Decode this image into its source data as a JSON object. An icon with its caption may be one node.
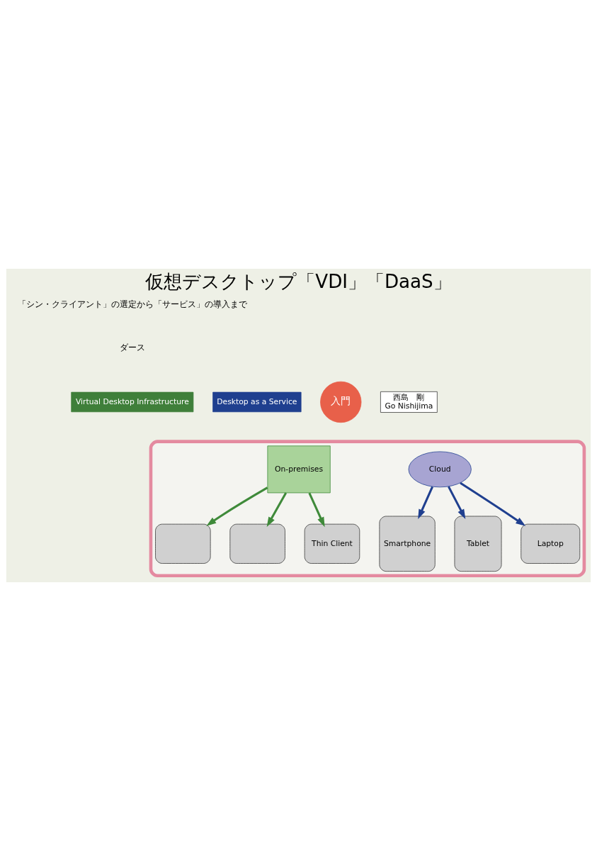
{
  "diagram": {
    "title": "仮想デスクトップ「VDI」「DaaS」",
    "nodes": [
      {
        "text": [
          "Virtual Desktop Infrastructure"
        ]
      },
      {
        "text": [
          "Desktop as a Service"
        ]
      },
      {
        "text": [
          "入門"
        ]
      },
      {
        "text": [
          "西島　剛",
          "Go Nishijima"
        ]
      },
      {
        "text": [],
        "shape": "box"
      },
      {
        "text": [
          "On-premises"
        ],
        "in": 4
      },
      {
        "text": [],
        "shape": "box",
        "in": 4
      },
      {
        "text": [],
        "shape": "box",
        "in": 4
      },
      {
        "text": [
          "Thin Client"
        ],
        "in": 4
      },
      {
        "text": [
          "Cloud"
        ],
        "in": 4
      },
      {
        "text": [
          "Smartphone"
        ],
        "in": 4
      },
      {
        "text": [
          "Tablet"
        ],
        "in": 4
      },
      {
        "text": [
          "Laptop"
        ],
        "in": 4
      }
    ],
    "edges": [
      {
        "from": 5,
        "to": 6,
        "arrow": "to",
        "color": "#3f8a3a"
      },
      {
        "from": 5,
        "to": 7,
        "arrow": "to",
        "color": "#3f8a3a"
      },
      {
        "from": 5,
        "to": 8,
        "arrow": "to",
        "color": "#3f8a3a"
      },
      {
        "from": 9,
        "to": 10,
        "arrow": "to",
        "color": "#1f3f8f"
      },
      {
        "from": 9,
        "to": 12,
        "arrow": "to",
        "color": "#1f3f8f"
      },
      {
        "from": 9,
        "to": 11,
        "arrow": "to",
        "color": "#1f3f8f"
      }
    ],
    "labels": [
      "「シン・クライアント」の選定から「サービス」の導入まで",
      "ダース"
    ]
  }
}
